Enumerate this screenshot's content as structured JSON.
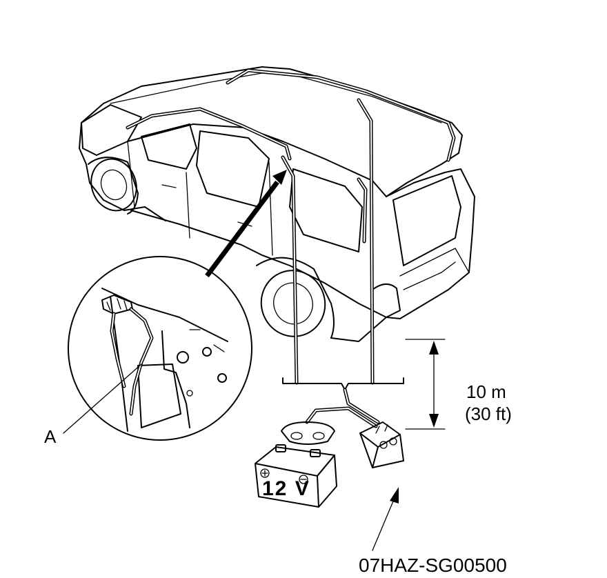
{
  "callout": {
    "label": "A"
  },
  "distance": {
    "metric": "10 m",
    "imperial": "(30 ft)"
  },
  "battery": {
    "voltage_text": "12 V"
  },
  "part_number": "07HAZ-SG00500",
  "colors": {
    "line": "#000000",
    "background": "#ffffff"
  }
}
